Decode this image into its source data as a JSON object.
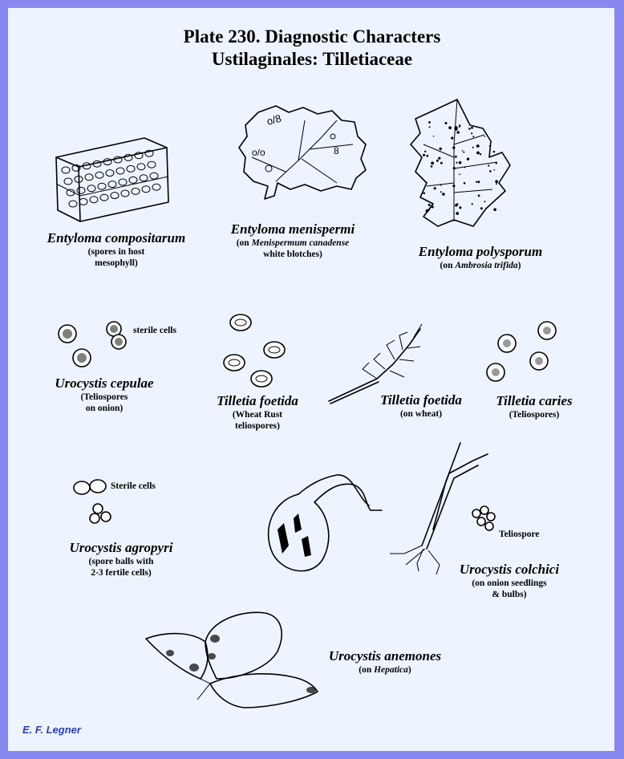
{
  "plate": {
    "title_line1": "Plate 230.  Diagnostic Characters",
    "title_line2": "Ustilaginales:  Tilletiaceae",
    "credit": "E. F. Legner"
  },
  "specimens": {
    "compositarum": {
      "name": "Entyloma compositarum",
      "sub1": "(spores in host",
      "sub2": "mesophyll)"
    },
    "menispermi": {
      "name": "Entyloma menispermi",
      "sub1_prefix": "(on ",
      "sub1_italic": "Menispermum canadense",
      "sub2": "white blotches)"
    },
    "polysporum": {
      "name": "Entyloma polysporum",
      "sub1_prefix": "(on ",
      "sub1_italic": "Ambrosia trifida",
      "sub1_suffix": ")"
    },
    "cepulae": {
      "name": "Urocystis cepulae",
      "sub1": "(Teliospores",
      "sub2": "on onion)",
      "note": "sterile cells"
    },
    "foetida_spores": {
      "name": "Tilletia foetida",
      "sub1": "(Wheat Rust",
      "sub2": "teliospores)"
    },
    "foetida_wheat": {
      "name": "Tilletia foetida",
      "sub1": "(on wheat)"
    },
    "caries": {
      "name": "Tilletia caries",
      "sub1": "(Teliospores)"
    },
    "agropyri": {
      "name": "Urocystis agropyri",
      "sub1": "(spore balls with",
      "sub2": "2-3 fertile cells)",
      "note": "Sterile cells"
    },
    "colchici": {
      "name": "Urocystis colchici",
      "sub1": "(on onion seedlings",
      "sub2": "& bulbs)",
      "note": "Teliospore"
    },
    "anemones": {
      "name": "Urocystis anemones",
      "sub1_prefix": "(on ",
      "sub1_italic": "Hepatica",
      "sub1_suffix": ")"
    }
  }
}
